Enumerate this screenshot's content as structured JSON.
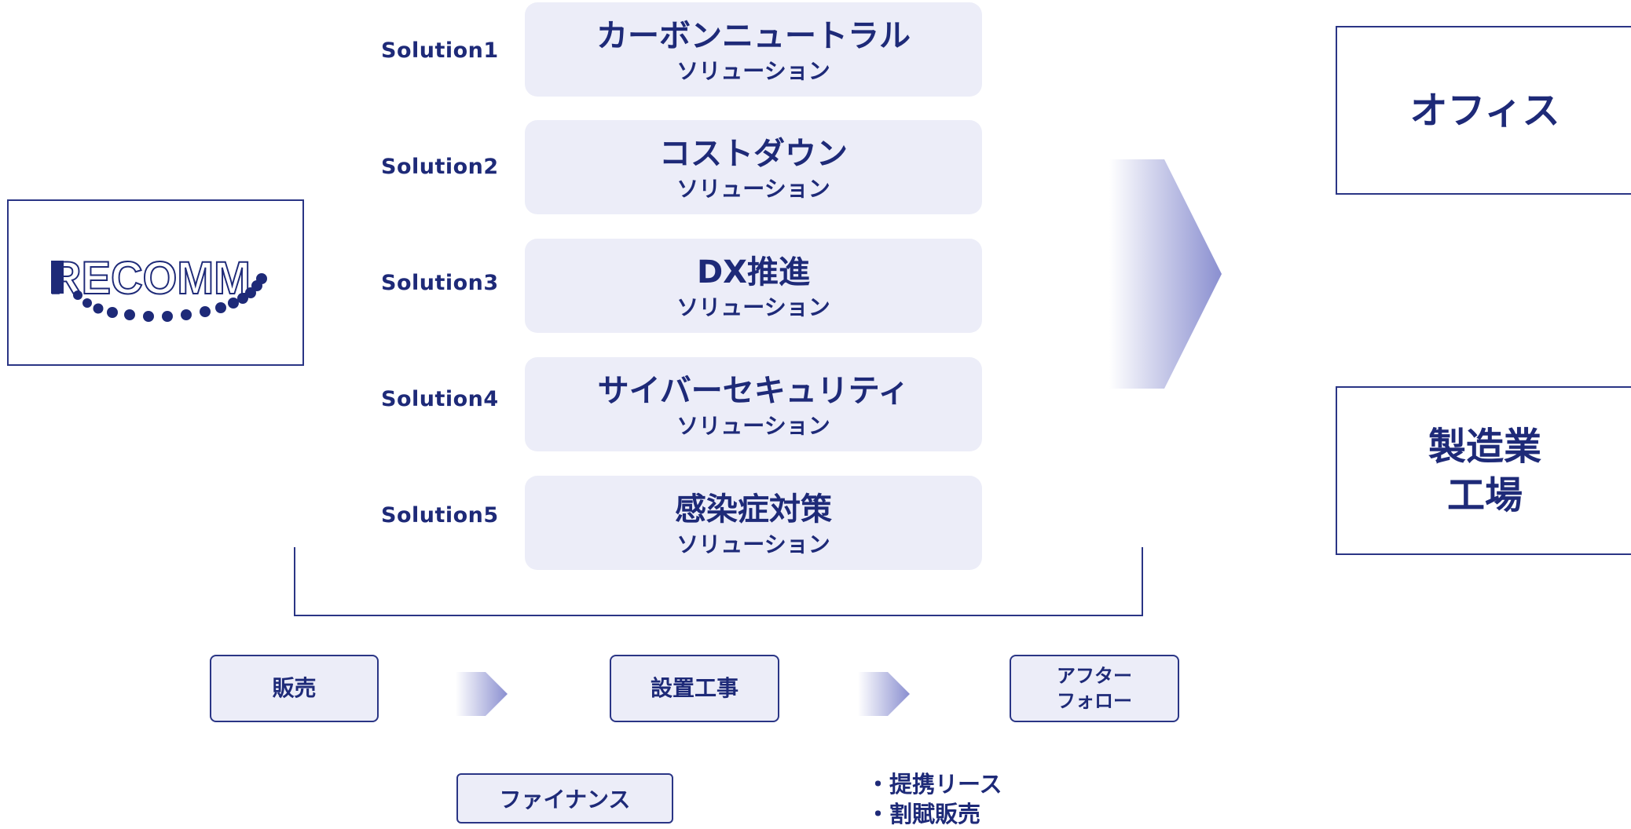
{
  "logo": {
    "text": "RECOMM",
    "colors": {
      "navy": "#1e2a78",
      "border": "#2a3585"
    }
  },
  "solutions": [
    {
      "label": "Solution1",
      "main": "カーボンニュートラル",
      "sub": "ソリューション"
    },
    {
      "label": "Solution2",
      "main": "コストダウン",
      "sub": "ソリューション"
    },
    {
      "label": "Solution3",
      "main": "DX推進",
      "sub": "ソリューション"
    },
    {
      "label": "Solution4",
      "main": "サイバーセキュリティ",
      "sub": "ソリューション"
    },
    {
      "label": "Solution5",
      "main": "感染症対策",
      "sub": "ソリューション"
    }
  ],
  "targets": [
    {
      "lines": [
        "オフィス"
      ]
    },
    {
      "lines": [
        "製造業",
        "工場"
      ]
    }
  ],
  "process": [
    {
      "lines": [
        "販売"
      ]
    },
    {
      "lines": [
        "設置工事"
      ]
    },
    {
      "lines": [
        "アフター",
        "フォロー"
      ]
    }
  ],
  "finance": {
    "label": "ファイナンス",
    "bullets": [
      "・提携リース",
      "・割賦販売"
    ]
  },
  "colors": {
    "card_bg": "#ecedf8",
    "arrow_start": "#ffffff",
    "arrow_end": "#8a8fd0"
  }
}
